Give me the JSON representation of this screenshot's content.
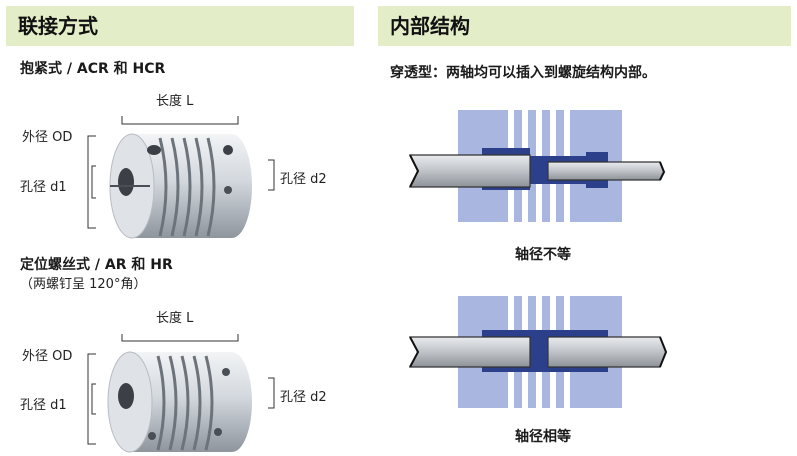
{
  "left": {
    "header": "联接方式",
    "clamp": {
      "title": "抱紧式 / ACR 和 HCR",
      "length": "长度 L",
      "od": "外径 OD",
      "d1": "孔径 d1",
      "d2": "孔径 d2"
    },
    "setscrew": {
      "title": "定位螺丝式 / AR 和 HR",
      "note": "（两螺钉呈 120°角）",
      "length": "长度 L",
      "od": "外径 OD",
      "d1": "孔径 d1",
      "d2": "孔径 d2"
    }
  },
  "right": {
    "header": "内部结构",
    "description": "穿透型：两轴均可以插入到螺旋结构内部。",
    "caption_top": "轴径不等",
    "caption_bottom": "轴径相等"
  },
  "colors": {
    "header_bg": "#e3edc8",
    "coupling_blue": "#2c3f8a",
    "coupling_light": "#a9b6e0",
    "shaft_gray": "#b9bdc2"
  }
}
